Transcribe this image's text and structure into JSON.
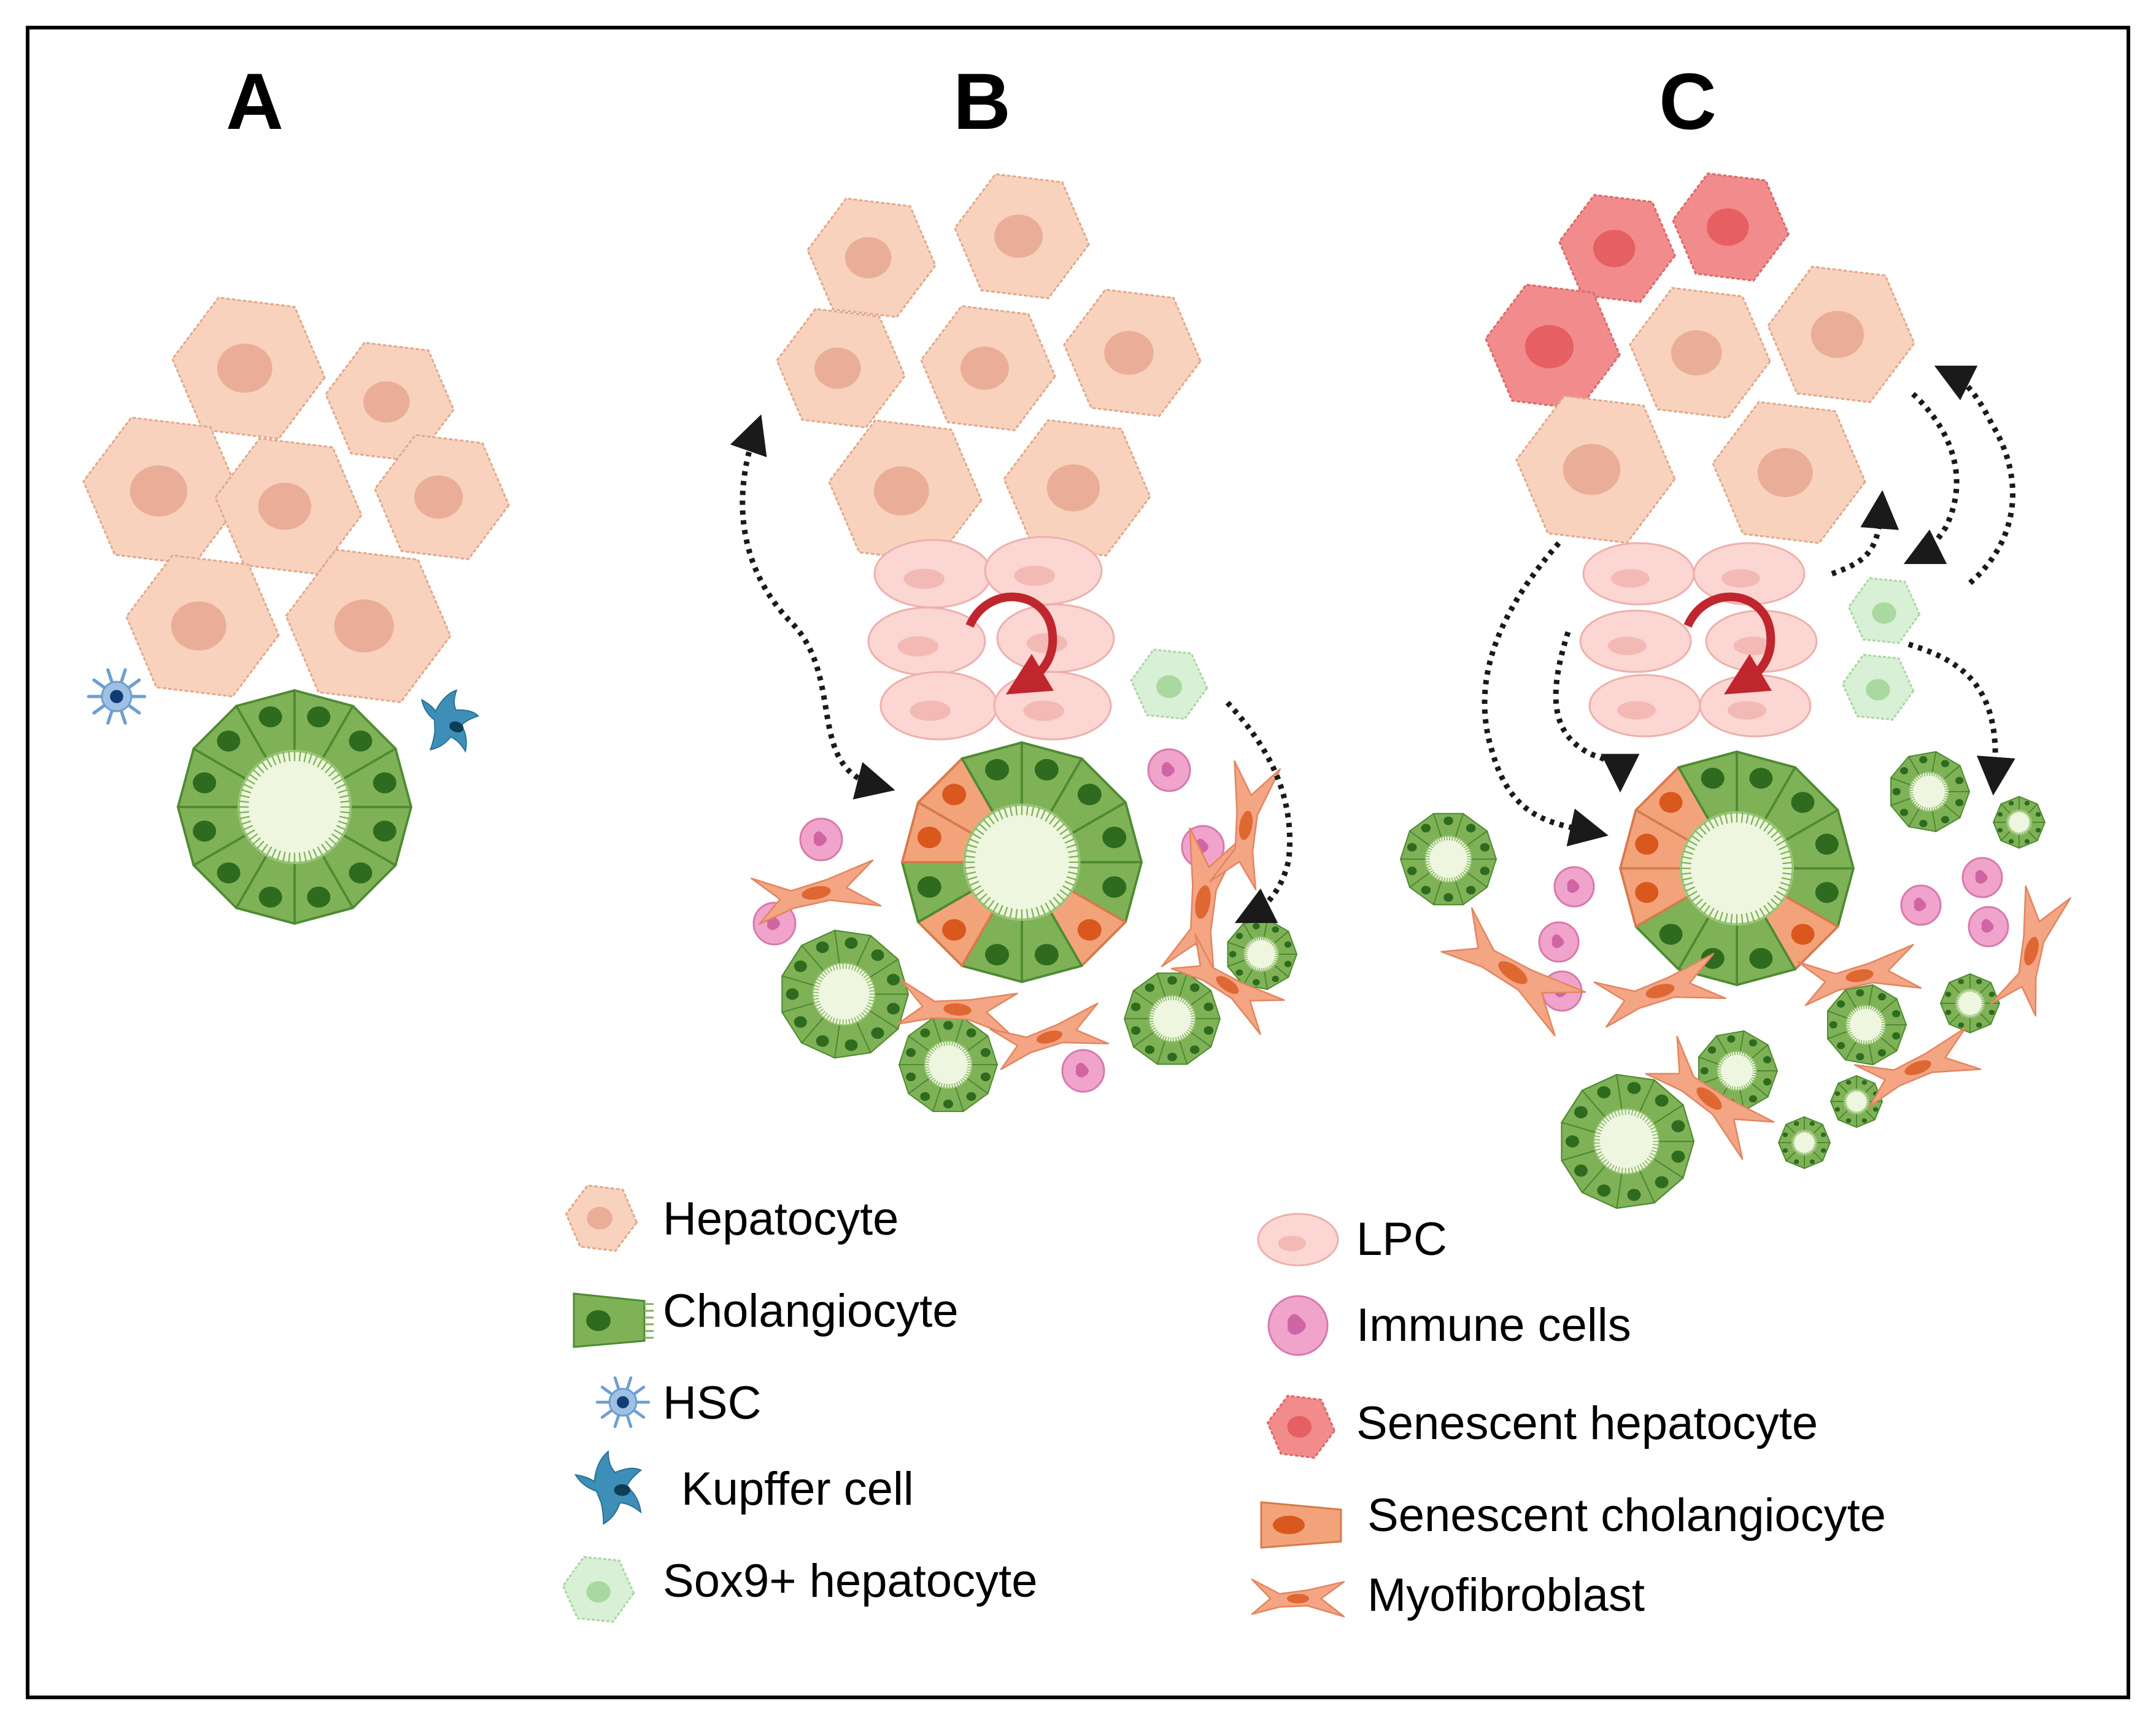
{
  "panels": [
    {
      "label": "A"
    },
    {
      "label": "B"
    },
    {
      "label": "C"
    }
  ],
  "legend": {
    "left": [
      {
        "label": "Hepatocyte",
        "icon": "hepatocyte-icon"
      },
      {
        "label": "Cholangiocyte",
        "icon": "cholangiocyte-icon"
      },
      {
        "label": "HSC",
        "icon": "hsc-icon"
      },
      {
        "label": "Kupffer cell",
        "icon": "kupffer-cell-icon"
      },
      {
        "label": "Sox9+ hepatocyte",
        "icon": "sox9-hepatocyte-icon"
      }
    ],
    "right": [
      {
        "label": "LPC",
        "icon": "lpc-icon"
      },
      {
        "label": "Immune cells",
        "icon": "immune-cell-icon"
      },
      {
        "label": "Senescent hepatocyte",
        "icon": "senescent-hepatocyte-icon"
      },
      {
        "label": "Senescent cholangiocyte",
        "icon": "senescent-cholangiocyte-icon"
      },
      {
        "label": "Myofibroblast",
        "icon": "myofibroblast-icon"
      }
    ]
  },
  "colors": {
    "hepatocyte": "#f9d2bd",
    "hepatocyte_nucleus": "#e7a892",
    "hepatocyte_edge": "#e0a98c",
    "senescent_hepatocyte": "#f28b8b",
    "senescent_nucleus": "#e3575c",
    "cholangiocyte": "#7fb256",
    "cholangiocyte_nucleus": "#2f6b1f",
    "lumen": "#eef6df",
    "senescent_cholangiocyte": "#f3a37a",
    "senescent_chol_nucleus": "#d9581e",
    "lpc": "#fbd6d3",
    "sox9": "#d8f0d5",
    "immune": "#f0a3cb",
    "myofibroblast": "#f3a584",
    "hsc": "#6e9fd0",
    "kupffer": "#3d8fb7",
    "curved_arrow": "#c0262d",
    "dotted_arrow": "#1a1a1a",
    "frame": "#000000"
  }
}
